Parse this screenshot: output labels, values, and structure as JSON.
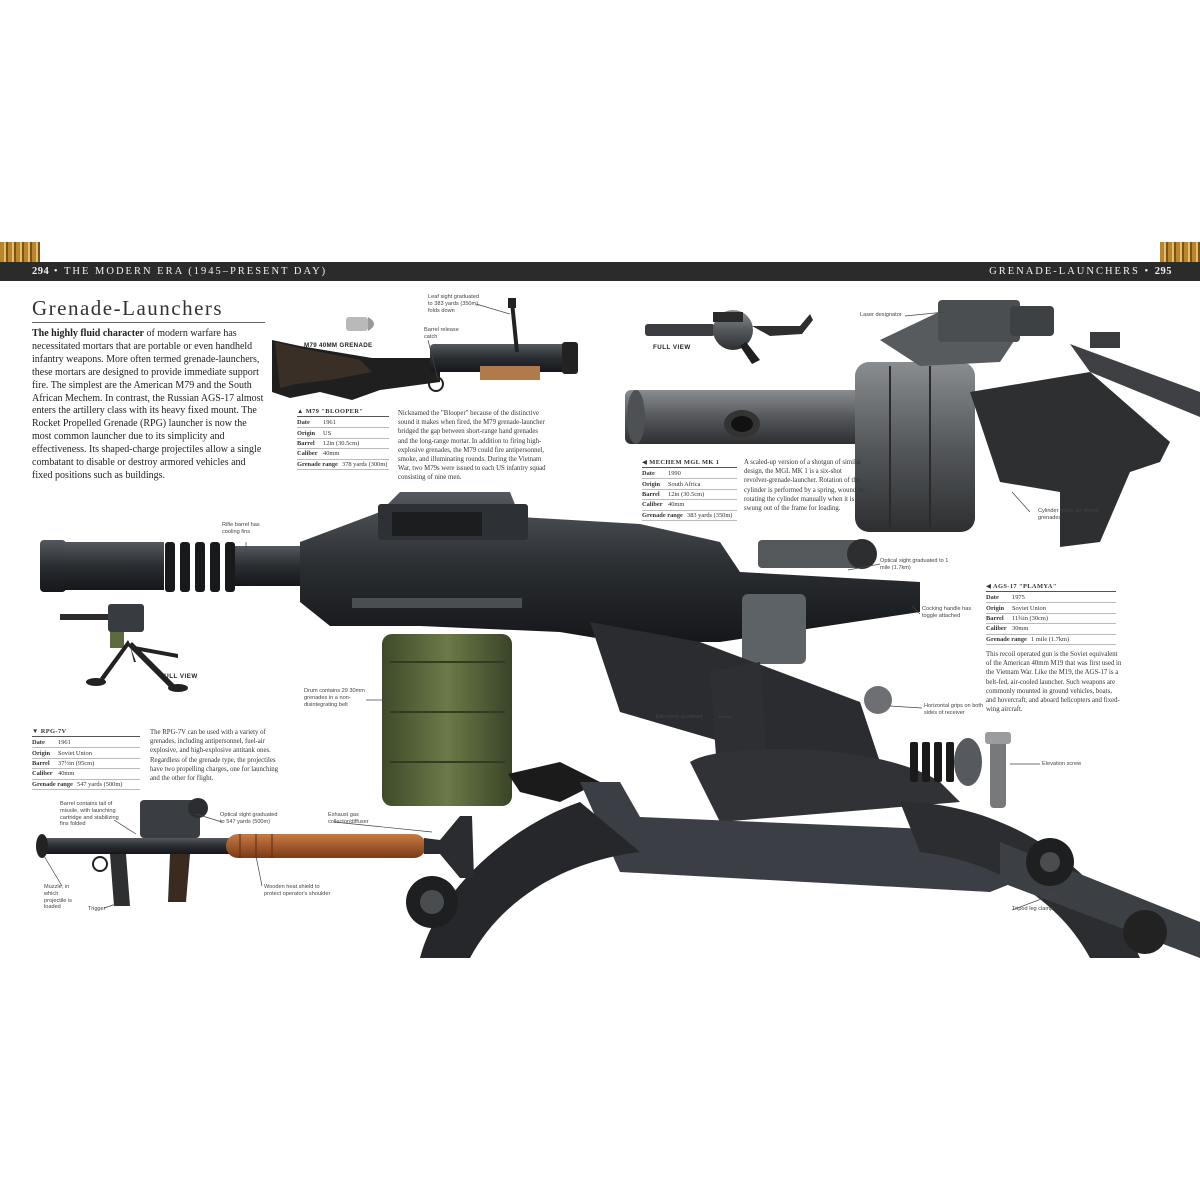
{
  "header": {
    "left_page_number": "294",
    "left_title": "The Modern Era (1945–Present Day)",
    "right_title": "Grenade-Launchers",
    "right_page_number": "295"
  },
  "section_title": "Grenade-Launchers",
  "intro": {
    "lead": "The highly fluid character",
    "body": " of modern warfare has necessitated mortars that are portable or even handheld infantry weapons. More often termed grenade-launchers, these mortars are designed to provide immediate support fire. The simplest are the American M79 and the South African Mechem. In contrast, the Russian AGS-17 almost enters the artillery class with its heavy fixed mount. The Rocket Propelled Grenade (RPG) launcher is now the most common launcher due to its simplicity and effectiveness. Its shaped-charge projectiles allow a single combatant to disable or destroy armored vehicles and fixed positions such as buildings."
  },
  "m79": {
    "grenade_label": "M79 40MM GRENADE",
    "callouts": {
      "leaf_sight": "Leaf sight graduated to 383 yards (350m), folds down",
      "barrel_release": "Barrel release catch"
    },
    "spec": {
      "title": "▲ M79 \"BLOOPER\"",
      "rows": [
        {
          "k": "Date",
          "v": "1961"
        },
        {
          "k": "Origin",
          "v": "US"
        },
        {
          "k": "Barrel",
          "v": "12in (30.5cm)"
        },
        {
          "k": "Caliber",
          "v": "40mm"
        },
        {
          "k": "Grenade range",
          "v": "378 yards (300m)"
        }
      ]
    },
    "description": "Nicknamed the \"Blooper\" because of the distinctive sound it makes when fired, the M79 grenade-launcher bridged the gap between short-range hand grenades and the long-range mortar. In addition to firing high-explosive grenades, the M79 could fire antipersonnel, smoke, and illuminating rounds. During the Vietnam War, two M79s were issued to each US infantry squad consisting of nine men."
  },
  "mechem": {
    "full_view_label": "FULL VIEW",
    "callouts": {
      "laser": "Laser designator",
      "cylinder": "Cylinder holds six 40mm grenades"
    },
    "spec": {
      "title": "◀ MECHEM MGL MK 1",
      "rows": [
        {
          "k": "Date",
          "v": "1990"
        },
        {
          "k": "Origin",
          "v": "South Africa"
        },
        {
          "k": "Barrel",
          "v": "12in (30.5cm)"
        },
        {
          "k": "Caliber",
          "v": "40mm"
        },
        {
          "k": "Grenade range",
          "v": "383 yards (350m)"
        }
      ]
    },
    "description": "A scaled-up version of a shotgun of similar design, the MGL MK 1 is a six-shot revolver-grenade-launcher. Rotation of the cylinder is performed by a spring, wound by rotating the cylinder manually when it is swung out of the frame for loading."
  },
  "ags17": {
    "full_view_label": "FULL VIEW",
    "callouts": {
      "rifle_barrel": "Rifle barrel has cooling fins",
      "optical_sight": "Optical sight graduated to 1 mile (1.7km)",
      "cocking_handle": "Cocking handle has toggle attached",
      "drum": "Drum contains 29 30mm grenades in a non-disintegrating belt",
      "elevating_quadrant": "Elevating quadrant",
      "horizontal_grips": "Horizontal grips on both sides of receiver",
      "elevation_screw": "Elevation screw",
      "tripod_clamp": "Tripod leg clamp"
    },
    "spec": {
      "title": "◀ AGS-17 \"PLAMYA\"",
      "rows": [
        {
          "k": "Date",
          "v": "1975"
        },
        {
          "k": "Origin",
          "v": "Soviet Union"
        },
        {
          "k": "Barrel",
          "v": "11¾in (30cm)"
        },
        {
          "k": "Caliber",
          "v": "30mm"
        },
        {
          "k": "Grenade range",
          "v": "1 mile (1.7km)"
        }
      ]
    },
    "description": "This recoil operated gun is the Soviet equivalent of the American 40mm M19 that was first used in the Vietnam War. Like the M19, the AGS-17 is a belt-fed, air-cooled launcher. Such weapons are commonly mounted in ground vehicles, boats, and hovercraft, and aboard helicopters and fixed-wing aircraft."
  },
  "rpg7": {
    "callouts": {
      "barrel_tail": "Barrel contains tail of missile, with launching cartridge and stabilizing fins folded",
      "optical_sight": "Optical sight graduated to 547 yards (500m)",
      "exhaust": "Exhaust gas collector/diffuser",
      "muzzle": "Muzzle, in which projectile is loaded",
      "trigger": "Trigger",
      "heat_shield": "Wooden heat shield to protect operator's shoulder"
    },
    "spec": {
      "title": "▼ RPG-7V",
      "rows": [
        {
          "k": "Date",
          "v": "1961"
        },
        {
          "k": "Origin",
          "v": "Soviet Union"
        },
        {
          "k": "Barrel",
          "v": "37½in (95cm)"
        },
        {
          "k": "Caliber",
          "v": "40mm"
        },
        {
          "k": "Grenade range",
          "v": "547 yards (500m)"
        }
      ]
    },
    "description": "The RPG-7V can be used with a variety of grenades, including antipersonnel, fuel-air explosive, and high-explosive antitank ones. Regardless of the grenade type, the projectiles have two propelling charges, one for launching and the other for flight."
  },
  "colors": {
    "header_bar": "#2b2b2b",
    "gunmetal": "#2a2d31",
    "drum_green": "#5a6a3c",
    "wood": "#a0552a"
  }
}
